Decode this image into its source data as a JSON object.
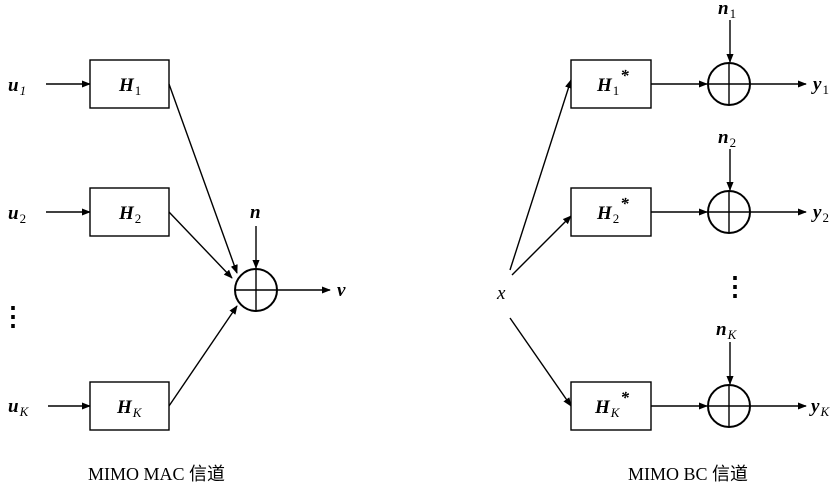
{
  "mac": {
    "inputs": [
      {
        "base": "u",
        "sub": "1"
      },
      {
        "base": "u",
        "sub": "2"
      },
      {
        "base": "u",
        "sub": "K"
      }
    ],
    "blocks": [
      {
        "base": "H",
        "sub": "1"
      },
      {
        "base": "H",
        "sub": "2"
      },
      {
        "base": "H",
        "sub": "K"
      }
    ],
    "noise": "n",
    "output": "v",
    "ellipsis": "⋮",
    "caption": "MIMO MAC 信道"
  },
  "bc": {
    "input": "x",
    "blocks": [
      {
        "base": "H",
        "sub": "1",
        "sup": "*"
      },
      {
        "base": "H",
        "sub": "2",
        "sup": "*"
      },
      {
        "base": "H",
        "sub": "K",
        "sup": "*"
      }
    ],
    "noises": [
      {
        "base": "n",
        "sub": "1"
      },
      {
        "base": "n",
        "sub": "2"
      },
      {
        "base": "n",
        "sub": "K"
      }
    ],
    "outputs": [
      {
        "base": "y",
        "sub": "1"
      },
      {
        "base": "y",
        "sub": "2"
      },
      {
        "base": "y",
        "sub": "K"
      }
    ],
    "ellipsis": "⋮",
    "caption": "MIMO BC 信道"
  }
}
